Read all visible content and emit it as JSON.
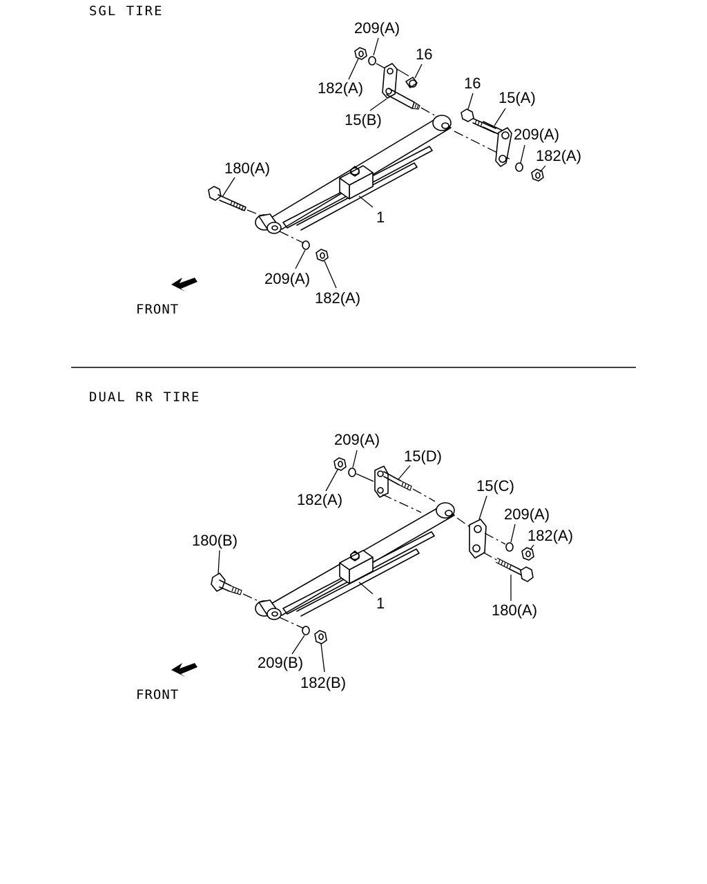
{
  "colors": {
    "line": "#000000",
    "background": "#ffffff"
  },
  "sections": [
    {
      "title": "SGL TIRE",
      "front_label": "FRONT",
      "callouts": {
        "c209a_top": "209(A)",
        "c16_top": "16",
        "c182a_top": "182(A)",
        "c15b": "15(B)",
        "c16_right": "16",
        "c15a": "15(A)",
        "c209a_right": "209(A)",
        "c182a_right": "182(A)",
        "c180a": "180(A)",
        "c1": "1",
        "c209a_bottom": "209(A)",
        "c182a_bottom": "182(A)"
      }
    },
    {
      "title": "DUAL RR TIRE",
      "front_label": "FRONT",
      "callouts": {
        "c209a_top": "209(A)",
        "c15d": "15(D)",
        "c182a_top": "182(A)",
        "c15c": "15(C)",
        "c209a_right": "209(A)",
        "c182a_right": "182(A)",
        "c180b": "180(B)",
        "c1": "1",
        "c180a": "180(A)",
        "c209b": "209(B)",
        "c182b": "182(B)"
      }
    }
  ]
}
